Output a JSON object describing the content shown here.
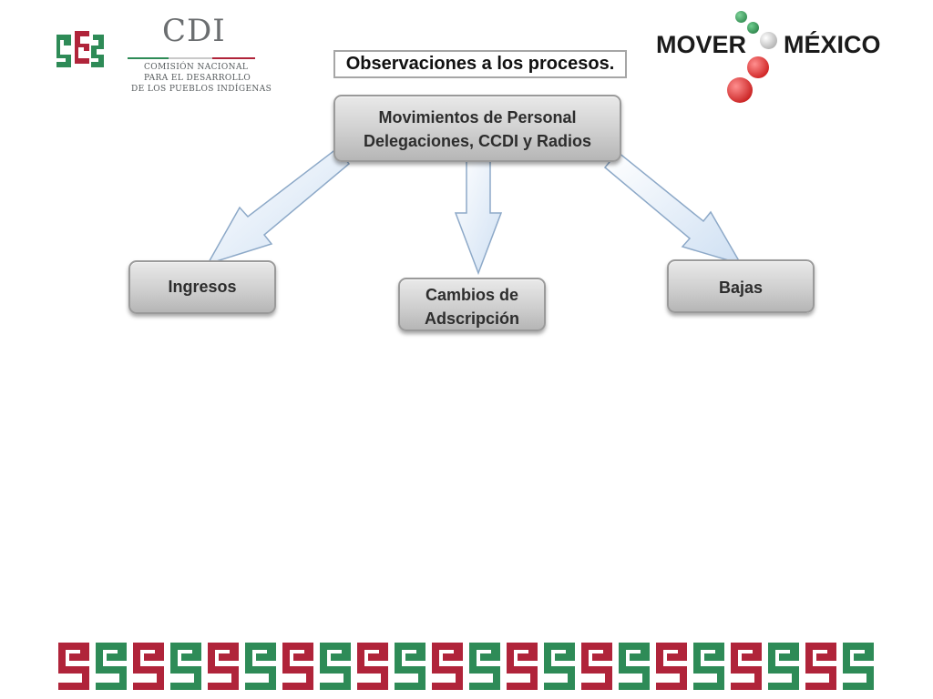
{
  "header": {
    "left_logo": {
      "name": "CDI",
      "lines": [
        "COMISIÓN NACIONAL",
        "PARA EL DESARROLLO",
        "DE LOS PUEBLOS INDÍGENAS"
      ],
      "icon": "cdi-fret-icon"
    },
    "title": "Observaciones a los procesos.",
    "right_logo": {
      "word_left": "MOVER",
      "word_right": "MÉXICO",
      "icon": "mover-mexico-balls-icon"
    }
  },
  "diagram": {
    "root": {
      "lines": [
        "Movimientos de Personal",
        "Delegaciones, CCDI y Radios"
      ]
    },
    "children": [
      {
        "lines": [
          "Ingresos"
        ]
      },
      {
        "lines": [
          "Cambios de",
          "Adscripción"
        ]
      },
      {
        "lines": [
          "Bajas"
        ]
      }
    ]
  },
  "footer": {
    "icon": "mexican-fret-border",
    "colors": [
      "#b0243a",
      "#2e8b57"
    ]
  },
  "colors": {
    "green": "#2e8b57",
    "red": "#b0243a",
    "box_fill": "#cfcfcf",
    "arrow_fill": "#dde9f7"
  }
}
